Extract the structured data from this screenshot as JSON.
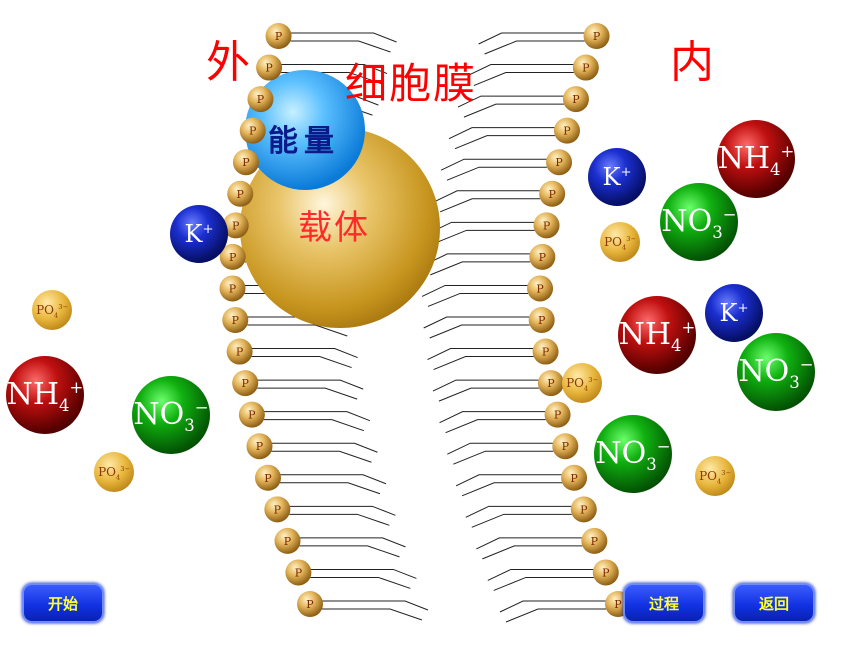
{
  "labels": {
    "outside": "外",
    "inside": "内",
    "membrane": "细胞膜",
    "energy": "能量",
    "carrier": "载体"
  },
  "phospholipid_head": "P",
  "ions": {
    "k_symbol": "K",
    "k_charge": "+",
    "nh4_symbol": "NH",
    "nh4_sub": "4",
    "nh4_charge": "+",
    "no3_symbol": "NO",
    "no3_sub": "3",
    "no3_charge": "−",
    "po4_symbol": "PO",
    "po4_sub": "4",
    "po4_charge": "3−"
  },
  "buttons": {
    "start": "开始",
    "process": "过程",
    "back": "返回"
  },
  "colors": {
    "label_red": "#ff0000",
    "carrier_gold": "#d7a52c",
    "energy_blue": "#2a9cf0",
    "button_blue": "#1030e0",
    "button_text": "#ffff33"
  }
}
